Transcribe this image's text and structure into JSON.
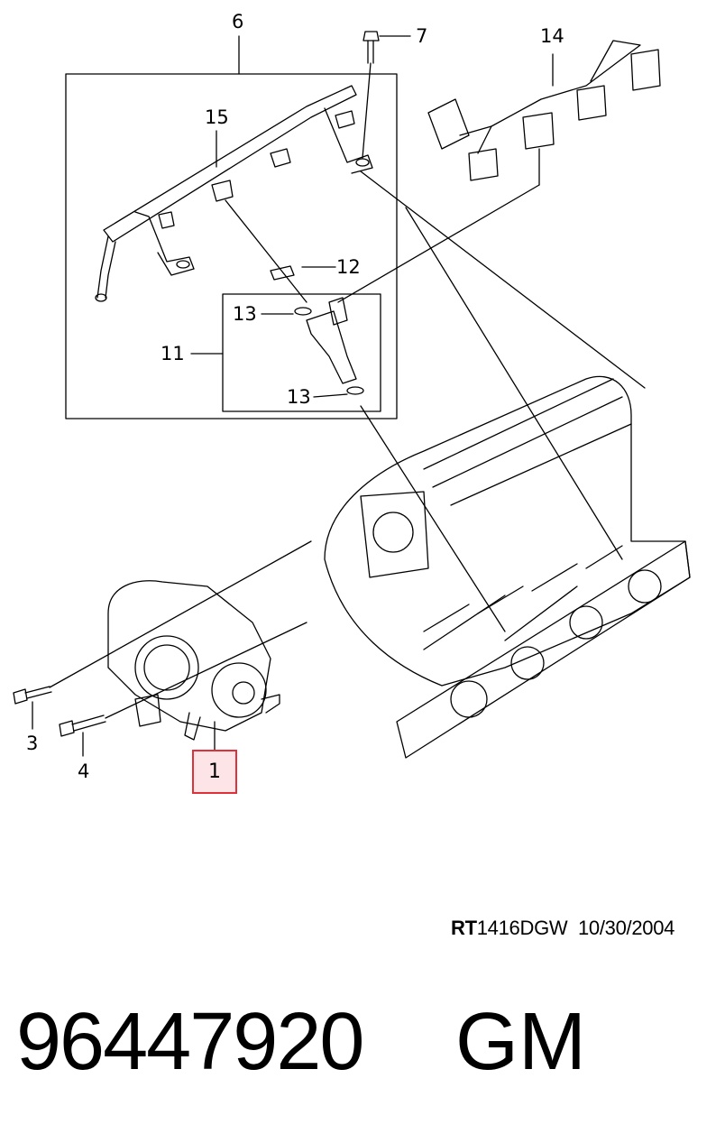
{
  "callouts": {
    "c6": "6",
    "c7": "7",
    "c14": "14",
    "c15": "15",
    "c12": "12",
    "c13a": "13",
    "c11": "11",
    "c13b": "13",
    "c3": "3",
    "c4": "4",
    "c1": "1"
  },
  "reference": {
    "prefix": "RT",
    "code": "1416DGW",
    "date": "10/30/2004"
  },
  "part": {
    "number": "96447920",
    "brand": "GM"
  },
  "colors": {
    "line": "#000000",
    "highlight_border": "#e0303a",
    "highlight_fill": "#fde4e6"
  }
}
